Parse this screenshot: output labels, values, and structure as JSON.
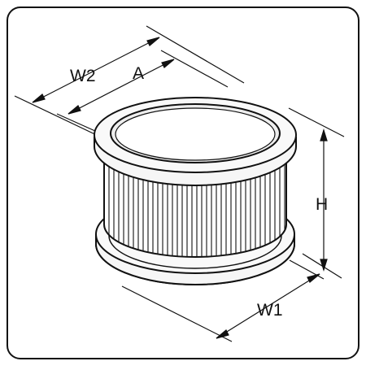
{
  "labels": {
    "w2": "W2",
    "a": "A",
    "h": "H",
    "w1": "W1"
  },
  "colors": {
    "stroke": "#111111",
    "fill_light": "#f6f6f6",
    "fill_white": "#ffffff",
    "shade": "#e7e7e7",
    "background": "#ffffff"
  },
  "icons": {
    "object": "cylindrical-filter-cartridge"
  }
}
